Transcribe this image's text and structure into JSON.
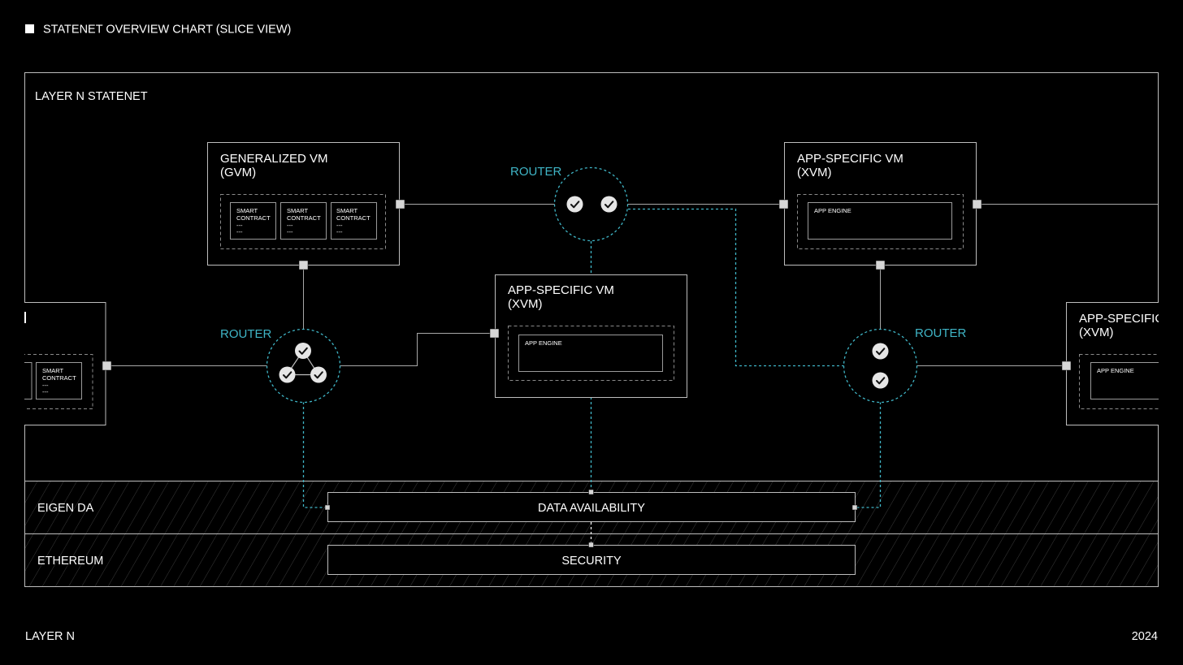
{
  "header": {
    "title": "STATENET OVERVIEW CHART (SLICE VIEW)"
  },
  "footer": {
    "left": "LAYER N",
    "right": "2024"
  },
  "diagram": {
    "frame_title": "LAYER N STATENET",
    "gvm": {
      "title_line1": "GENERALIZED VM",
      "title_line2": "(GVM)",
      "contracts": [
        {
          "line1": "SMART",
          "line2": "CONTRACT",
          "line3": "---",
          "line4": "---"
        },
        {
          "line1": "SMART",
          "line2": "CONTRACT",
          "line3": "---",
          "line4": "---"
        },
        {
          "line1": "SMART",
          "line2": "CONTRACT",
          "line3": "---",
          "line4": "---"
        }
      ]
    },
    "left_partial": {
      "contract": {
        "line1": "SMART",
        "line2": "CONTRACT",
        "line3": "---",
        "line4": "---"
      }
    },
    "xvm_center": {
      "title_line1": "APP-SPECIFIC VM",
      "title_line2": "(XVM)",
      "engine": "APP ENGINE"
    },
    "xvm_top_right": {
      "title_line1": "APP-SPECIFIC VM",
      "title_line2": "(XVM)",
      "engine": "APP ENGINE"
    },
    "xvm_partial_right": {
      "title_line1": "APP-SPECIFIC",
      "title_line2": "(XVM)",
      "engine": "APP ENGINE"
    },
    "routers": {
      "top_label": "ROUTER",
      "left_label": "ROUTER",
      "right_label": "ROUTER"
    },
    "layers": {
      "eigen_label": "EIGEN DA",
      "eigen_box": "DATA AVAILABILITY",
      "ethereum_label": "ETHEREUM",
      "ethereum_box": "SECURITY"
    },
    "colors": {
      "accent": "#3fb5c6",
      "line": "#a8a8a8",
      "background": "#000000"
    }
  }
}
